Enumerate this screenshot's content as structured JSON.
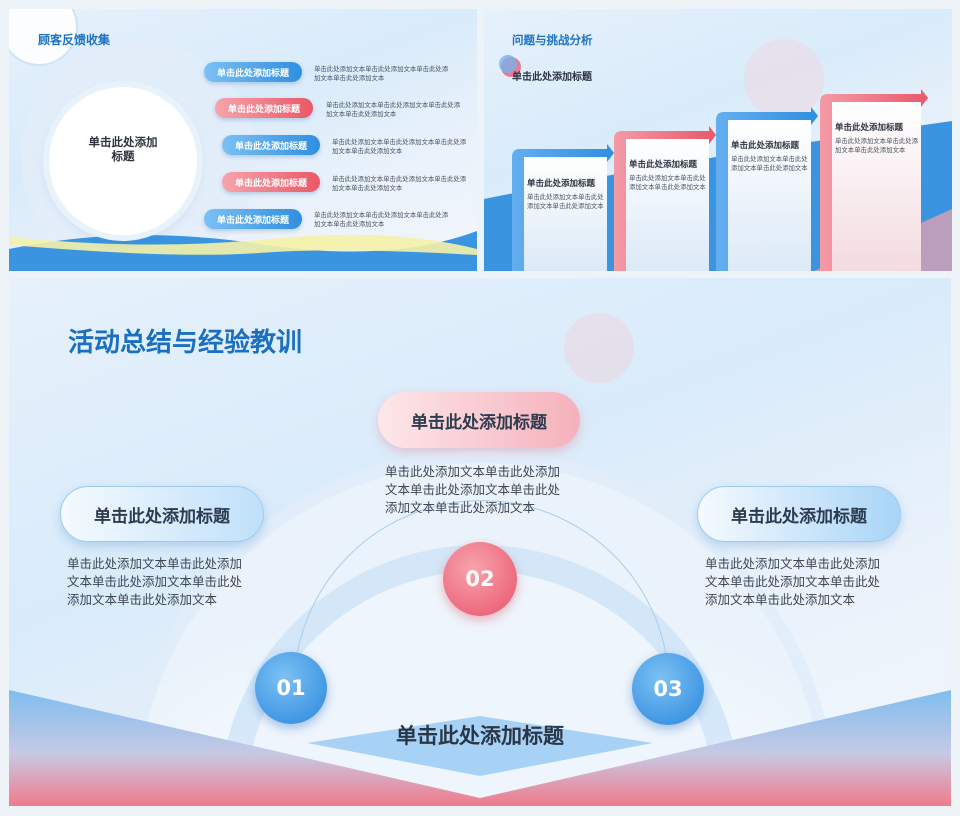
{
  "slide1": {
    "title": "顾客反馈收集",
    "center_title": "单击此处添加\n标题",
    "items": [
      {
        "label": "单击此处添加标题",
        "text": "单击此处添加文本单击此处添加文本单击此处添加文本单击此处添加文本"
      },
      {
        "label": "单击此处添加标题",
        "text": "单击此处添加文本单击此处添加文本单击此处添加文本单击此处添加文本"
      },
      {
        "label": "单击此处添加标题",
        "text": "单击此处添加文本单击此处添加文本单击此处添加文本单击此处添加文本"
      },
      {
        "label": "单击此处添加标题",
        "text": "单击此处添加文本单击此处添加文本单击此处添加文本单击此处添加文本"
      },
      {
        "label": "单击此处添加标题",
        "text": "单击此处添加文本单击此处添加文本单击此处添加文本单击此处添加文本"
      }
    ]
  },
  "slide2": {
    "title": "问题与挑战分析",
    "subtitle": "单击此处添加标题",
    "cards": [
      {
        "label": "单击此处添加标题",
        "text": "单击此处添加文本单击此处添加文本单击此处添加文本"
      },
      {
        "label": "单击此处添加标题",
        "text": "单击此处添加文本单击此处添加文本单击此处添加文本"
      },
      {
        "label": "单击此处添加标题",
        "text": "单击此处添加文本单击此处添加文本单击此处添加文本"
      },
      {
        "label": "单击此处添加标题",
        "text": "单击此处添加文本单击此处添加文本单击此处添加文本"
      }
    ]
  },
  "slide3": {
    "title": "活动总结与经验教训",
    "left": {
      "label": "单击此处添加标题",
      "text": "单击此处添加文本单击此处添加文本单击此处添加文本单击此处添加文本单击此处添加文本"
    },
    "center": {
      "label": "单击此处添加标题",
      "text": "单击此处添加文本单击此处添加文本单击此处添加文本单击此处添加文本单击此处添加文本"
    },
    "right": {
      "label": "单击此处添加标题",
      "text": "单击此处添加文本单击此处添加文本单击此处添加文本单击此处添加文本单击此处添加文本"
    },
    "numbers": [
      "01",
      "02",
      "03"
    ],
    "bottom_title": "单击此处添加标题"
  },
  "colors": {
    "blue": "#2f8fe0",
    "red": "#ea5866",
    "title_blue": "#1d73c4"
  }
}
